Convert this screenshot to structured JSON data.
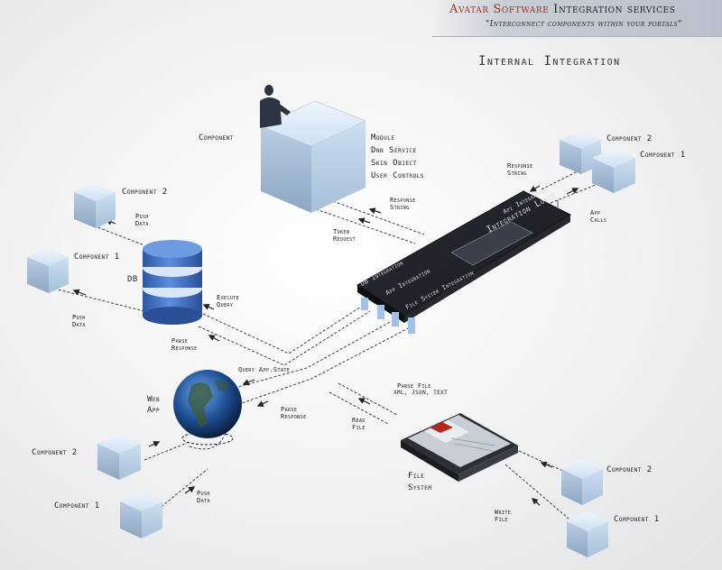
{
  "header": {
    "brand": "Avatar Software",
    "title_rest": "Integration services",
    "subtitle": "\"Interconnect components within your portals\""
  },
  "section_title": "Internal Integration",
  "chip": {
    "title": "Integration Logic",
    "top_label": "Api Integration",
    "ports": [
      "DB Integration",
      "App Integration",
      "File System Integration"
    ]
  },
  "component_block": {
    "label": "Component",
    "items": [
      "Module",
      "Dnn Service",
      "Skin Object",
      "User Controls"
    ]
  },
  "db_group": {
    "db_label": "DB",
    "component_top": "Component 2",
    "component_bottom": "Component 1",
    "push_top": "Push Data",
    "push_bottom": "Push Data",
    "execute": "Execute Query",
    "parse": "Parse Response"
  },
  "api_group": {
    "component_top": "Component 2",
    "component_bottom": "Component 1",
    "response": "Response String",
    "app_calls": "App Calls"
  },
  "component_link": {
    "response": "Response String",
    "token": "Token Request"
  },
  "web_group": {
    "label": "Web App",
    "query": "Query App.State",
    "parse": "Parse Response",
    "component_top": "Component 2",
    "component_bottom": "Component 1",
    "push": "Push Data"
  },
  "file_group": {
    "label": "File System",
    "parse": "Parse File",
    "parse_sub": "XML, JSON, TEXT",
    "read": "Read File",
    "write": "Write File",
    "component_top": "Component 2",
    "component_bottom": "Component 1"
  },
  "colors": {
    "brand_red": "#b3271d",
    "cube_blue": "#b9d4ee",
    "db_blue": "#3f6fc4",
    "chip_dark": "#1b1d22"
  }
}
